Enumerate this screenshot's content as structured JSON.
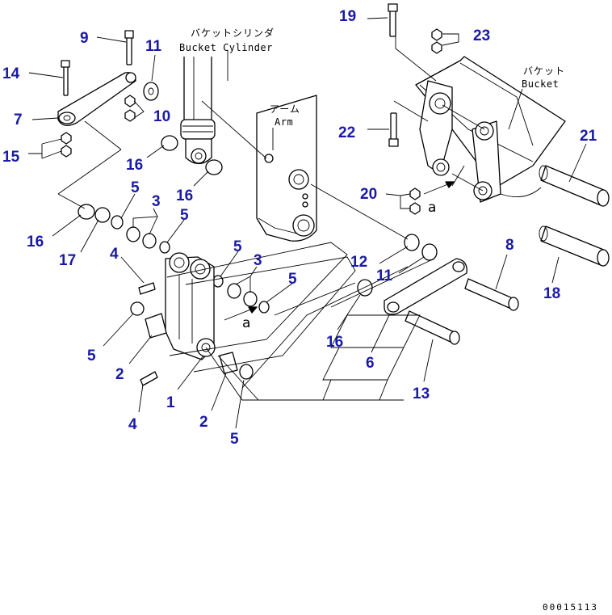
{
  "callouts": {
    "c1": "1",
    "c2a": "2",
    "c2b": "2",
    "c3a": "3",
    "c3b": "3",
    "c4a": "4",
    "c4b": "4",
    "c5a": "5",
    "c5b": "5",
    "c5c": "5",
    "c5d": "5",
    "c5e": "5",
    "c5f": "5",
    "c6": "6",
    "c7": "7",
    "c8": "8",
    "c9": "9",
    "c10": "10",
    "c11a": "11",
    "c11b": "11",
    "c12": "12",
    "c13": "13",
    "c14": "14",
    "c15": "15",
    "c16a": "16",
    "c16b": "16",
    "c16c": "16",
    "c16d": "16",
    "c17": "17",
    "c18": "18",
    "c19": "19",
    "c20": "20",
    "c21": "21",
    "c22": "22",
    "c23": "23"
  },
  "labels": {
    "bucket_cylinder_jp": "バケットシリンダ",
    "bucket_cylinder_en": "Bucket Cylinder",
    "arm_jp": "アーム",
    "arm_en": "Arm",
    "bucket_jp": "バケット",
    "bucket_en": "Bucket",
    "ref_a1": "a",
    "ref_a2": "a"
  },
  "drawing_code": "00015113",
  "colors": {
    "callout": "#1a1aa8",
    "line": "#000000",
    "background": "#ffffff"
  }
}
